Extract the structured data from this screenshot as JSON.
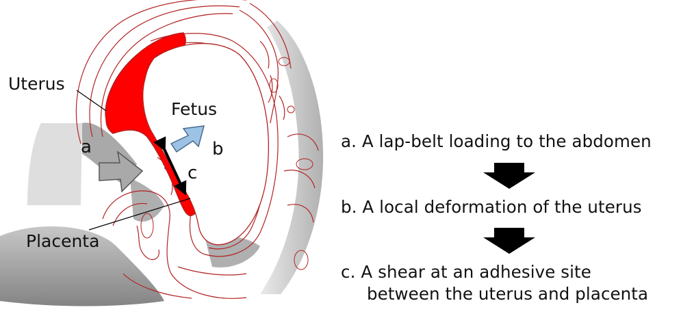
{
  "figure": {
    "labels": {
      "uterus": "Uterus",
      "fetus": "Fetus",
      "placenta": "Placenta",
      "a": "a",
      "b": "b",
      "c": "c"
    },
    "colors": {
      "uterus_fill": "#ff0000",
      "outline": "#b22222",
      "arrow_a": "#a9a9a9",
      "arrow_b": "#9cc3e6",
      "arrow_c": "#000000"
    }
  },
  "steps": {
    "a": "a. A lap-belt loading to the abdomen",
    "b": "b. A local deformation of the uterus",
    "c_line1": "c. A shear at an adhesive site",
    "c_line2": "between the uterus and placenta"
  },
  "icons": [
    "down-arrow-icon",
    "down-arrow-icon"
  ]
}
